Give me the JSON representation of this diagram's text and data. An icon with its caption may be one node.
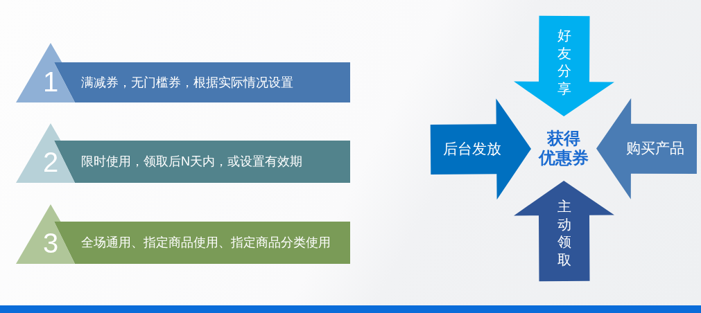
{
  "diagram": {
    "nodes": [
      {
        "text": [
          "1"
        ]
      },
      {
        "text": [
          "满减券，无门槛券，根据实际情况设置"
        ]
      },
      {
        "text": [
          "2"
        ]
      },
      {
        "text": [
          "限时使用，领取后N天内，或设置有效期"
        ]
      },
      {
        "text": [
          "3"
        ]
      },
      {
        "text": [
          "全场通用、指定商品使用、指定商品分类使用"
        ]
      },
      {
        "text": [
          "获得优惠券"
        ]
      }
    ],
    "edges": [
      {
        "from": null,
        "to": 6,
        "arrow": "to",
        "label": "好友分享",
        "color": "#00b0f0"
      },
      {
        "from": null,
        "to": 6,
        "arrow": "to",
        "label": "后台发放",
        "color": "#0070c0"
      },
      {
        "from": null,
        "to": 6,
        "arrow": "to",
        "label": "购买产品",
        "color": "#4a7cb4"
      },
      {
        "from": null,
        "to": 6,
        "arrow": "to",
        "label": "主动领取",
        "color": "#2f5597"
      }
    ]
  }
}
